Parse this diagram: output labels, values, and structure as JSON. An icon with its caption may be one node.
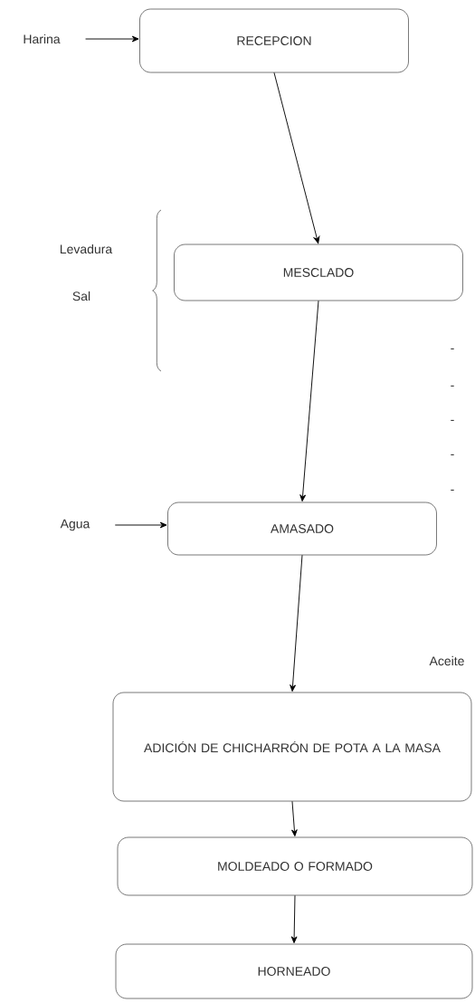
{
  "diagram": {
    "nodes": [
      {
        "text": [
          "Harina"
        ]
      },
      {
        "text": [
          "RECEPCION"
        ]
      },
      {
        "text": [
          "MESCLADO"
        ]
      },
      {
        "text": [
          "Agua"
        ]
      },
      {
        "text": [
          "AMASADO"
        ]
      },
      {
        "text": [
          "ADICIÓN DE CHICHARRÓN DE POTA A LA MASA"
        ]
      },
      {
        "text": [
          "MOLDEADO O FORMADO"
        ]
      },
      {
        "text": [
          "HORNEADO"
        ]
      }
    ],
    "edges": [
      {
        "from": 0,
        "to": 1,
        "arrow": "to"
      },
      {
        "from": 1,
        "to": 2,
        "arrow": "to"
      },
      {
        "from": 2,
        "to": 4,
        "arrow": "to"
      },
      {
        "from": 3,
        "to": 4,
        "arrow": "to"
      },
      {
        "from": 4,
        "to": 5,
        "arrow": "to"
      },
      {
        "from": 5,
        "to": 6,
        "arrow": "to"
      },
      {
        "from": 6,
        "to": 7,
        "arrow": "to"
      }
    ],
    "labels": [
      "Levadura",
      "Sal",
      "-",
      "-",
      "-",
      "-",
      "-",
      "Aceite"
    ]
  }
}
